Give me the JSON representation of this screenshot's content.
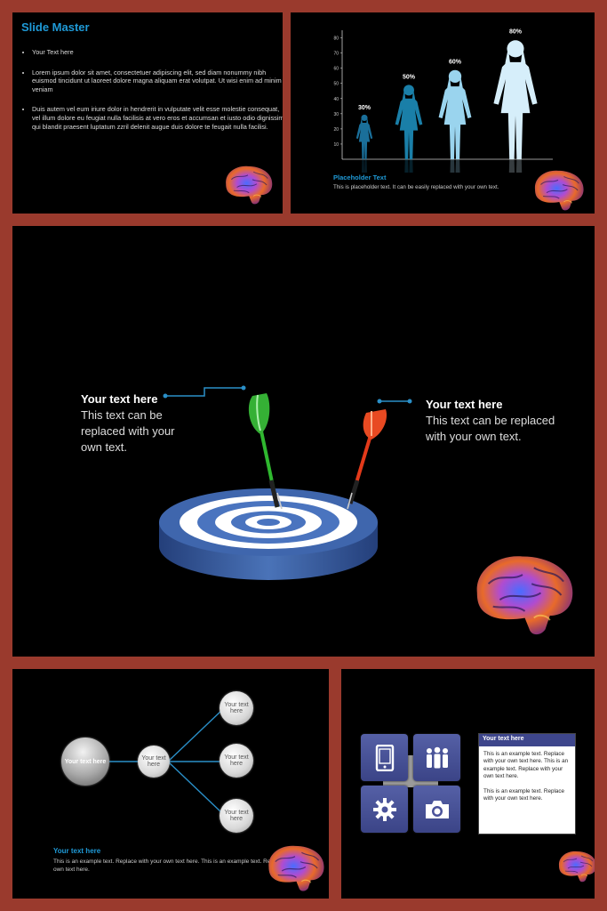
{
  "slide1": {
    "title": "Slide Master",
    "bullets": [
      "Your Text here",
      "Lorem ipsum dolor sit amet, consectetuer adipiscing elit, sed diam nonummy nibh euismod tincidunt ut laoreet dolore magna aliquam erat volutpat. Ut wisi enim ad minim veniam",
      "Duis autem vel eum iriure dolor in hendrerit in vulputate velit esse molestie consequat, vel illum dolore eu feugiat nulla facilisis at vero eros et accumsan et iusto odio dignissim qui blandit praesent luptatum zzril delenit augue duis dolore te feugait nulla facilisi."
    ]
  },
  "slide2": {
    "placeholder_title": "Placeholder Text",
    "placeholder_body": "This is placeholder text.  It can be easily replaced with your own text."
  },
  "chart_data": {
    "type": "bar",
    "categories": [
      "30%",
      "50%",
      "60%",
      "80%"
    ],
    "values": [
      30,
      50,
      60,
      80
    ],
    "ylim": [
      0,
      85
    ],
    "yticks": [
      10,
      20,
      30,
      40,
      50,
      60,
      70,
      80
    ],
    "xlabel": "",
    "ylabel": "",
    "colors": [
      "#1a6f9a",
      "#1a7fa8",
      "#9ad4ee",
      "#d6eefa"
    ]
  },
  "slide3": {
    "left_title": "Your text here",
    "left_body": "This text can be replaced with your own text.",
    "right_title": "Your text here",
    "right_body": "This text can be replaced with your own text."
  },
  "slide4": {
    "root": "Your text here",
    "mid": "Your text here",
    "leaves": [
      "Your text here",
      "Your text here",
      "Your text here"
    ],
    "footer_title": "Your text here",
    "footer_body": "This is an example text. Replace with your own text here. This is an example text. Replace with your own text here."
  },
  "slide5": {
    "card_title": "Your text here",
    "card_p1": "This is an example text. Replace with your own text here. This is an example text. Replace with your own text here.",
    "card_p2": "This is an example text. Replace with your own text here.",
    "icons": [
      "tablet-icon",
      "people-icon",
      "gear-icon",
      "camera-icon"
    ]
  }
}
